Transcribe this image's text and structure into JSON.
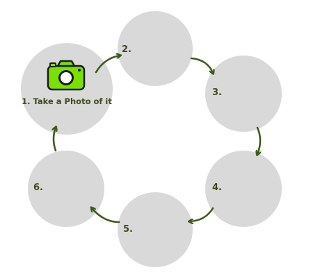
{
  "diagram": {
    "steps": [
      {
        "number": "",
        "caption": "1. Take a Photo of it",
        "icon": "camera-icon"
      },
      {
        "number": "2.",
        "caption": ""
      },
      {
        "number": "3.",
        "caption": ""
      },
      {
        "number": "4.",
        "caption": ""
      },
      {
        "number": "5.",
        "caption": ""
      },
      {
        "number": "6.",
        "caption": ""
      }
    ],
    "colors": {
      "circle_fill": "#d9d9d9",
      "arrow": "#3d5a1e",
      "text": "#3d4a1e",
      "camera_fill": "#7be000",
      "camera_stroke": "#1a1a1a"
    }
  }
}
